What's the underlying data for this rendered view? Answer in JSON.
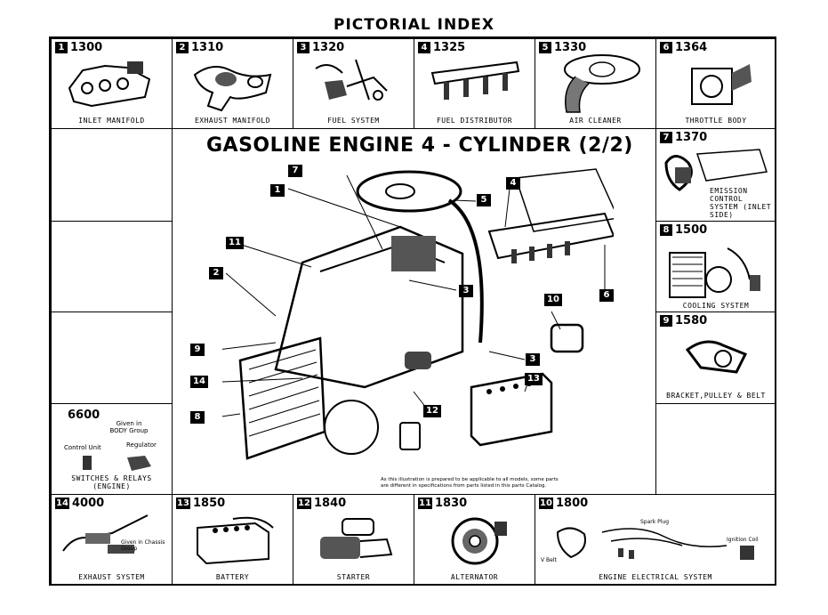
{
  "page": {
    "title": "PICTORIAL INDEX",
    "main_title": "GASOLINE ENGINE 4 - CYLINDER (2/2)"
  },
  "top_row": [
    {
      "num": "1",
      "code": "1300",
      "caption": "INLET MANIFOLD"
    },
    {
      "num": "2",
      "code": "1310",
      "caption": "EXHAUST MANIFOLD"
    },
    {
      "num": "3",
      "code": "1320",
      "caption": "FUEL SYSTEM"
    },
    {
      "num": "4",
      "code": "1325",
      "caption": "FUEL DISTRIBUTOR"
    },
    {
      "num": "5",
      "code": "1330",
      "caption": "AIR CLEANER"
    },
    {
      "num": "6",
      "code": "1364",
      "caption": "THROTTLE BODY"
    }
  ],
  "right_col": [
    {
      "num": "7",
      "code": "1370",
      "caption": "EMISSION CONTROL SYSTEM (INLET SIDE)"
    },
    {
      "num": "8",
      "code": "1500",
      "caption": "COOLING SYSTEM"
    },
    {
      "num": "9",
      "code": "1580",
      "caption": "BRACKET,PULLEY & BELT"
    }
  ],
  "left_col": {
    "code": "6600",
    "given_note": "Given in BODY Group",
    "control_unit": "Control Unit",
    "regulator": "Regulator",
    "caption": "SWITCHES & RELAYS (ENGINE)"
  },
  "bottom_row": [
    {
      "num": "14",
      "code": "4000",
      "caption": "EXHAUST SYSTEM",
      "note": "Given in Chassis Group"
    },
    {
      "num": "13",
      "code": "1850",
      "caption": "BATTERY"
    },
    {
      "num": "12",
      "code": "1840",
      "caption": "STARTER"
    },
    {
      "num": "11",
      "code": "1830",
      "caption": "ALTERNATOR"
    },
    {
      "num": "10",
      "code": "1800",
      "caption": "ENGINE ELECTRICAL SYSTEM",
      "labels": {
        "spark_plug": "Spark Plug",
        "ignition_coil": "Ignition Coil",
        "v_belt": "V Belt"
      }
    }
  ],
  "callouts": [
    "1",
    "2",
    "3",
    "3",
    "4",
    "5",
    "6",
    "7",
    "8",
    "9",
    "10",
    "11",
    "12",
    "13",
    "14"
  ],
  "disclaimer": "As this illustration is prepared to be applicable to all models, some parts are different in specifications from parts listed in this parts Catalog."
}
